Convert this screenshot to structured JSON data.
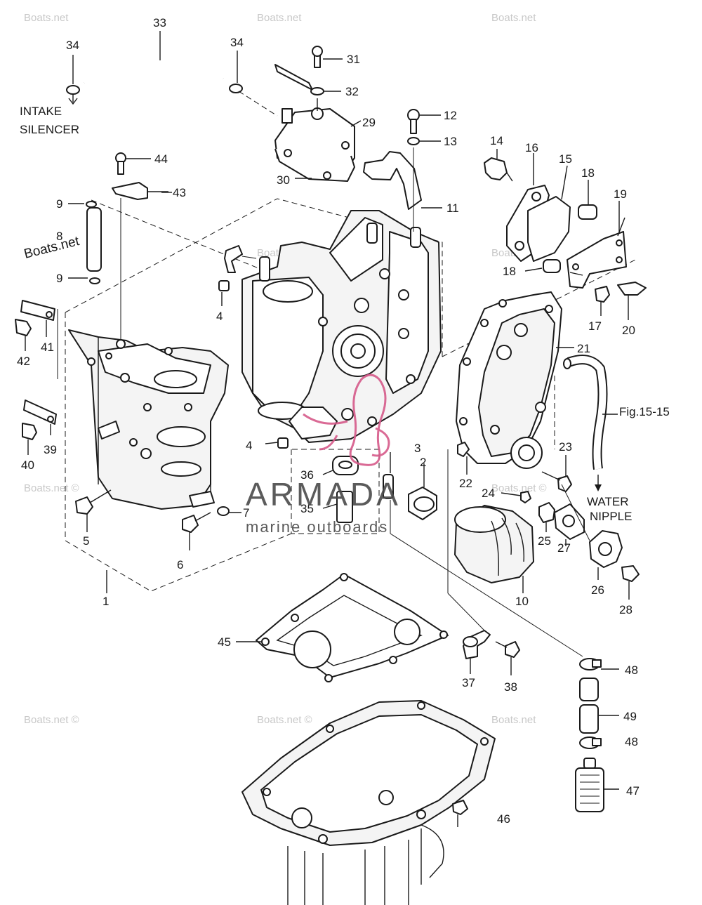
{
  "callouts": {
    "c1": "1",
    "c2": "2",
    "c3": "3",
    "c4a": "4",
    "c4b": "4",
    "c5": "5",
    "c6": "6",
    "c7": "7",
    "c8": "8",
    "c9a": "9",
    "c9b": "9",
    "c10": "10",
    "c11": "11",
    "c12": "12",
    "c13": "13",
    "c14": "14",
    "c15": "15",
    "c16": "16",
    "c17": "17",
    "c18a": "18",
    "c18b": "18",
    "c19": "19",
    "c20": "20",
    "c21": "21",
    "c22": "22",
    "c23": "23",
    "c24": "24",
    "c25": "25",
    "c26": "26",
    "c27": "27",
    "c28": "28",
    "c29": "29",
    "c30": "30",
    "c31": "31",
    "c32": "32",
    "c33": "33",
    "c34a": "34",
    "c34b": "34",
    "c35": "35",
    "c36": "36",
    "c37": "37",
    "c38": "38",
    "c39": "39",
    "c40": "40",
    "c41": "41",
    "c42": "42",
    "c43": "43",
    "c44": "44",
    "c45": "45",
    "c46": "46",
    "c47": "47",
    "c48a": "48",
    "c48b": "48",
    "c49": "49"
  },
  "labels": {
    "intake_line1": "INTAKE",
    "intake_line2": "SILENCER",
    "fig_ref": "Fig.15-15",
    "water_line1": "WATER",
    "water_line2": "NIPPLE"
  },
  "watermarks": {
    "boats_net_big": "Boats.net",
    "wm1": "Boats.net",
    "wm2": "Boats.net",
    "wm3": "Boats.net",
    "wm4": "Boats.net ©",
    "wm5": "Boats.net ©",
    "wm6": "Boats.net ©",
    "wm7": "Boats.net ©",
    "wm8": "Boats.net ©",
    "wm9": "Boats.net ©"
  },
  "logo": {
    "brand": "ARMADA",
    "tagline": "marine outboards",
    "accent_color": "#d65a8a"
  }
}
